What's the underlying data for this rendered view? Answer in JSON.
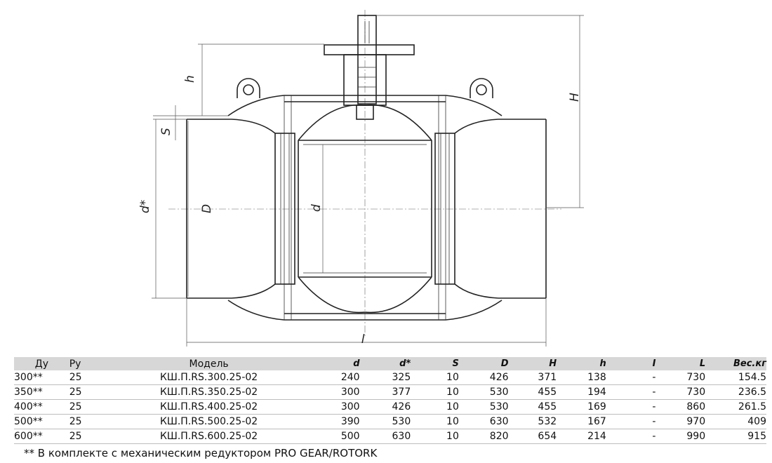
{
  "dimension_labels": {
    "h": "h",
    "H": "H",
    "S": "S",
    "d_star": "d*",
    "D": "D",
    "d": "d",
    "L": "l"
  },
  "table": {
    "headers": [
      "Ду",
      "Ру",
      "Модель",
      "d",
      "d*",
      "S",
      "D",
      "H",
      "h",
      "I",
      "L",
      "Вес.кг"
    ],
    "rows": [
      [
        "300**",
        "25",
        "КШ.П.RS.300.25-02",
        "240",
        "325",
        "10",
        "426",
        "371",
        "138",
        "-",
        "730",
        "154.5"
      ],
      [
        "350**",
        "25",
        "КШ.П.RS.350.25-02",
        "300",
        "377",
        "10",
        "530",
        "455",
        "194",
        "-",
        "730",
        "236.5"
      ],
      [
        "400**",
        "25",
        "КШ.П.RS.400.25-02",
        "300",
        "426",
        "10",
        "530",
        "455",
        "169",
        "-",
        "860",
        "261.5"
      ],
      [
        "500**",
        "25",
        "КШ.П.RS.500.25-02",
        "390",
        "530",
        "10",
        "630",
        "532",
        "167",
        "-",
        "970",
        "409"
      ],
      [
        "600**",
        "25",
        "КШ.П.RS.600.25-02",
        "500",
        "630",
        "10",
        "820",
        "654",
        "214",
        "-",
        "990",
        "915"
      ]
    ]
  },
  "footnote": "** В комплекте с механическим редуктором PRO GEAR/ROTORK",
  "colors": {
    "header_bg": "#d7d7d7",
    "line": "#222222"
  }
}
